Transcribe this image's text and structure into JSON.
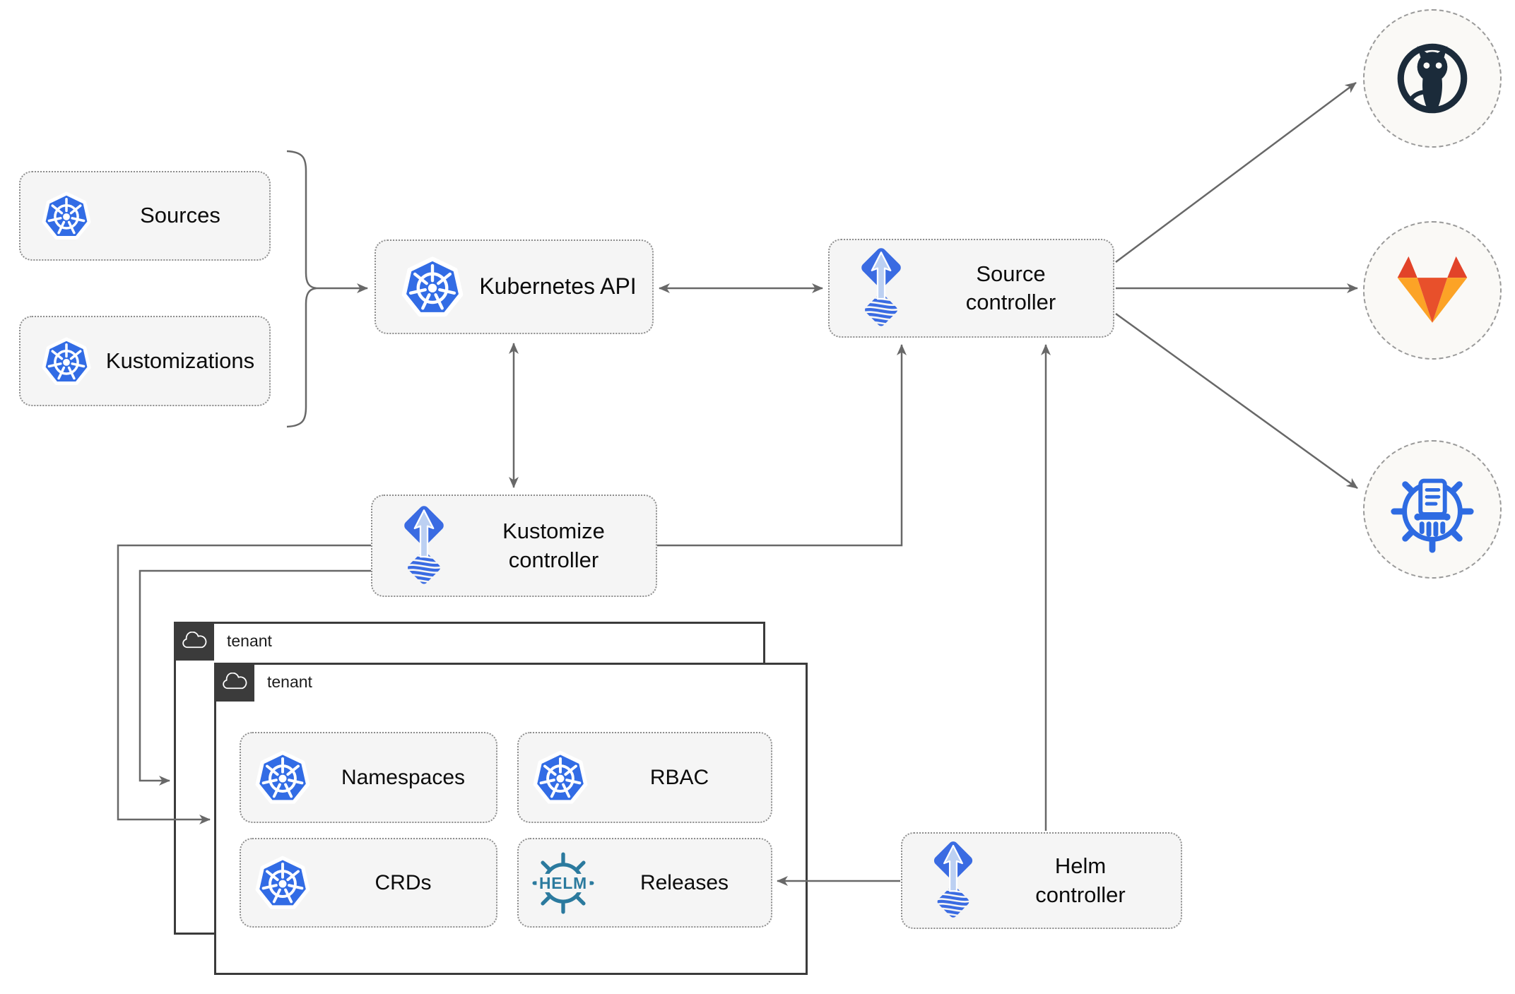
{
  "nodes": {
    "sources": "Sources",
    "kustomizations": "Kustomizations",
    "kubernetes_api": "Kubernetes API",
    "source_controller": {
      "line1": "Source",
      "line2": "controller"
    },
    "kustomize_controller": {
      "line1": "Kustomize",
      "line2": "controller"
    },
    "helm_controller": {
      "line1": "Helm",
      "line2": "controller"
    },
    "tenant_back": "tenant",
    "tenant_front": "tenant",
    "namespaces": "Namespaces",
    "rbac": "RBAC",
    "crds": "CRDs",
    "releases": "Releases"
  },
  "helm_logo_text": "HELM",
  "icons": {
    "kubernetes": "kubernetes-icon",
    "flux": "flux-icon",
    "helm": "helm-icon",
    "cloud": "cloud-icon",
    "github": "github-icon",
    "gitlab": "gitlab-icon",
    "chartmuseum": "chartmuseum-icon"
  },
  "colors": {
    "kubernetes_blue": "#326CE5",
    "flux_blue": "#3A6BE2",
    "flux_arrow_light": "#BCD0F2",
    "helm_teal": "#2B7A9E",
    "github_dark": "#1B2B3A",
    "gitlab_red_orange": "#E24329",
    "gitlab_orange": "#E8502B",
    "gitlab_light_orange": "#FCA326",
    "chartmuseum_blue": "#2E6BE2",
    "connector_gray": "#686868",
    "box_fill": "#F5F5F5",
    "tenant_border": "#3B3B3B"
  }
}
